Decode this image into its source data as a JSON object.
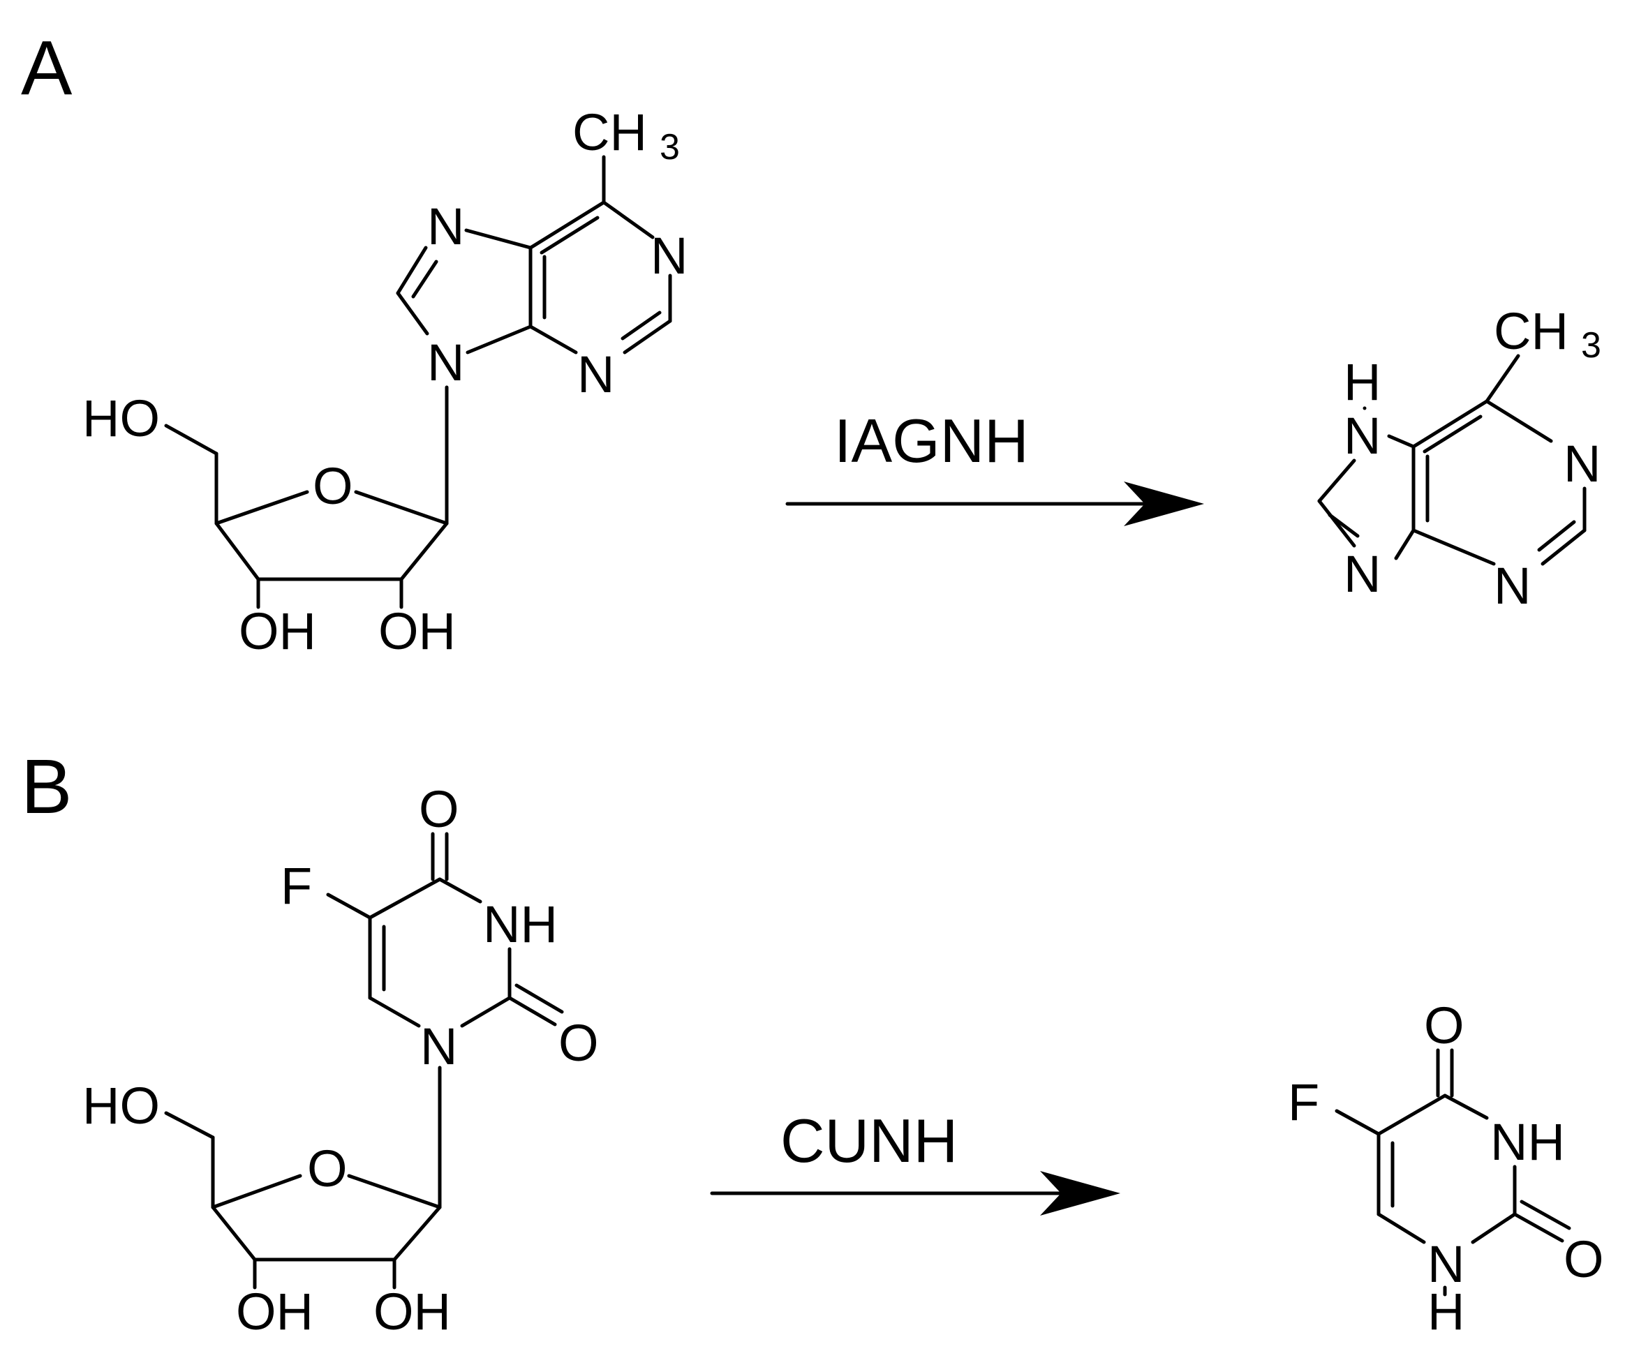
{
  "panels": {
    "a": {
      "label": "A",
      "enzyme": "IAGNH",
      "substrate": {
        "methyl": "CH",
        "methyl_sub": "3",
        "n7": "N",
        "n1": "N",
        "n3": "N",
        "n9": "N",
        "ho": "HO",
        "o_ring": "O",
        "oh1": "OH",
        "oh2": "OH"
      },
      "product": {
        "methyl": "CH",
        "methyl_sub": "3",
        "nh_n": "N",
        "nh_h": "H",
        "n1": "N",
        "n9": "N",
        "n3": "N"
      }
    },
    "b": {
      "label": "B",
      "enzyme": "CUNH",
      "substrate": {
        "o_top": "O",
        "f": "F",
        "nh": "NH",
        "o_right": "O",
        "n": "N",
        "ho": "HO",
        "o_ring": "O",
        "oh1": "OH",
        "oh2": "OH"
      },
      "product": {
        "o_top": "O",
        "f": "F",
        "nh": "NH",
        "o_right": "O",
        "n_bottom": "N",
        "h_bottom": "H"
      }
    }
  }
}
